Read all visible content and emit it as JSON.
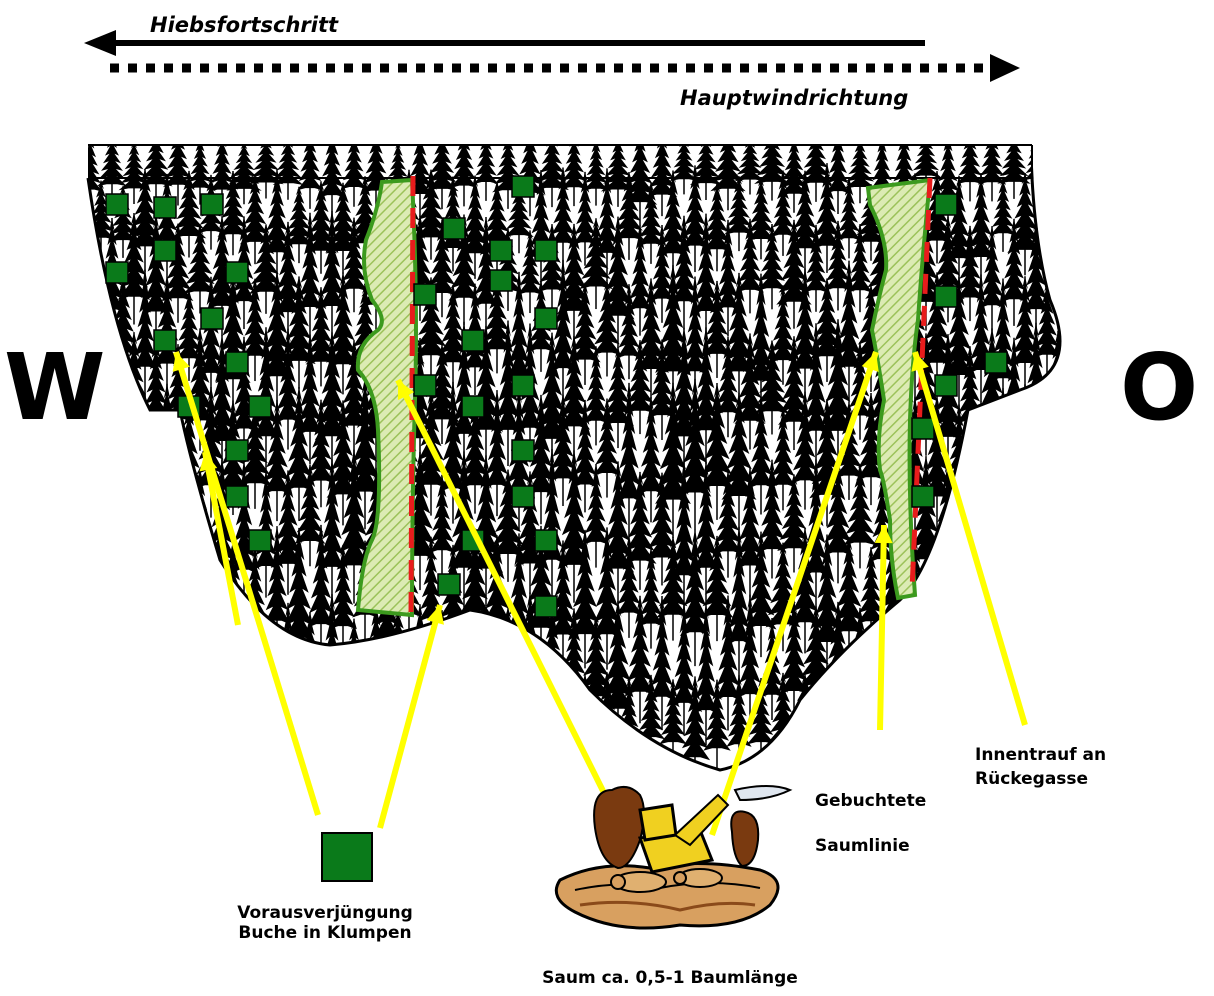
{
  "labels": {
    "hiebsfortschritt": "Hiebsfortschritt",
    "hauptwindrichtung": "Hauptwindrichtung",
    "west": "W",
    "east": "O",
    "innentrauf_line1": "Innentrauf an",
    "innentrauf_line2": "Rückegasse",
    "gebuchtete": "Gebuchtete",
    "saumlinie": "Saumlinie",
    "vorausverjuengung_line1": "Vorausverjüngung",
    "vorausverjuengung_line2": "Buche in Klumpen",
    "saum": "Saum ca. 0,5-1 Baumlänge"
  },
  "colors": {
    "tree": "#000000",
    "beech_clump": "#0a7a1a",
    "strip_fill": "#c6dc96",
    "strip_outline": "#3c9a1e",
    "red_dash": "#e81c1c",
    "arrow": "#ffff00"
  },
  "icons": {
    "harvester": "harvester-clipart-icon",
    "tree": "spruce-tree-icon",
    "beech": "green-square-icon"
  }
}
